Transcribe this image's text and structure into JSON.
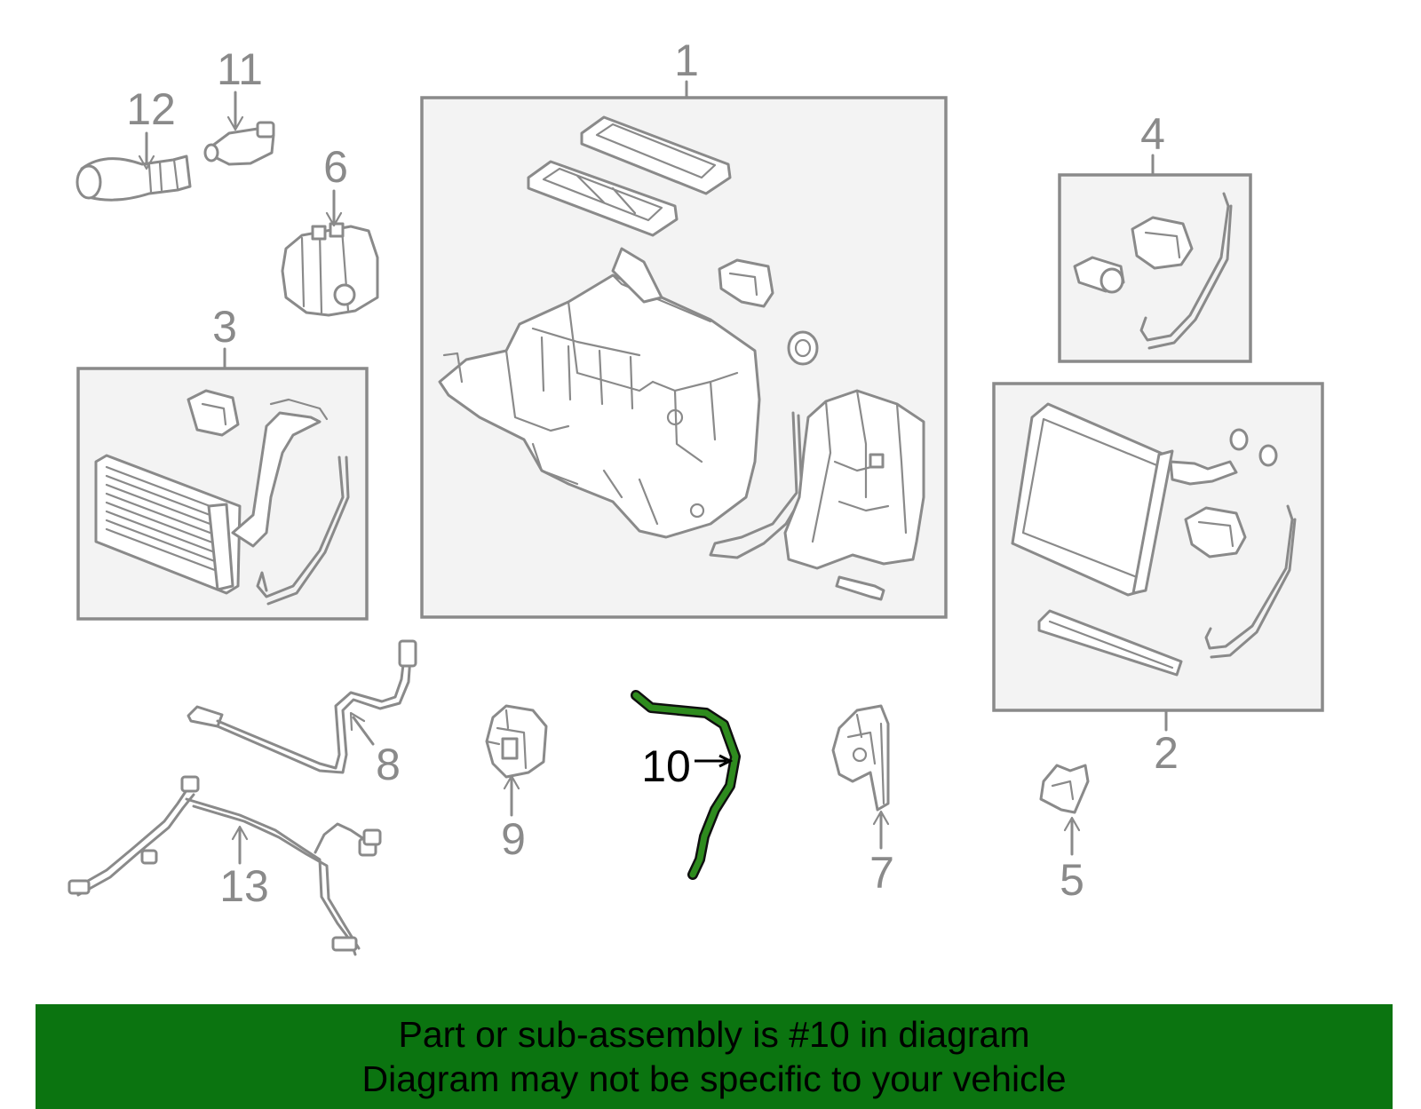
{
  "colors": {
    "highlight": "#2e8b1e",
    "banner_bg": "#0b7410",
    "line_gray": "#8a8a8a",
    "box_fill": "#f3f3f3"
  },
  "callouts": {
    "c1": "1",
    "c2": "2",
    "c3": "3",
    "c4": "4",
    "c5": "5",
    "c6": "6",
    "c7": "7",
    "c8": "8",
    "c9": "9",
    "c10": "10",
    "c11": "11",
    "c12": "12",
    "c13": "13"
  },
  "highlighted_part": "10",
  "banner": {
    "line1": "Part or sub-assembly is #10 in diagram",
    "line2": "Diagram may not be specific to your vehicle"
  }
}
